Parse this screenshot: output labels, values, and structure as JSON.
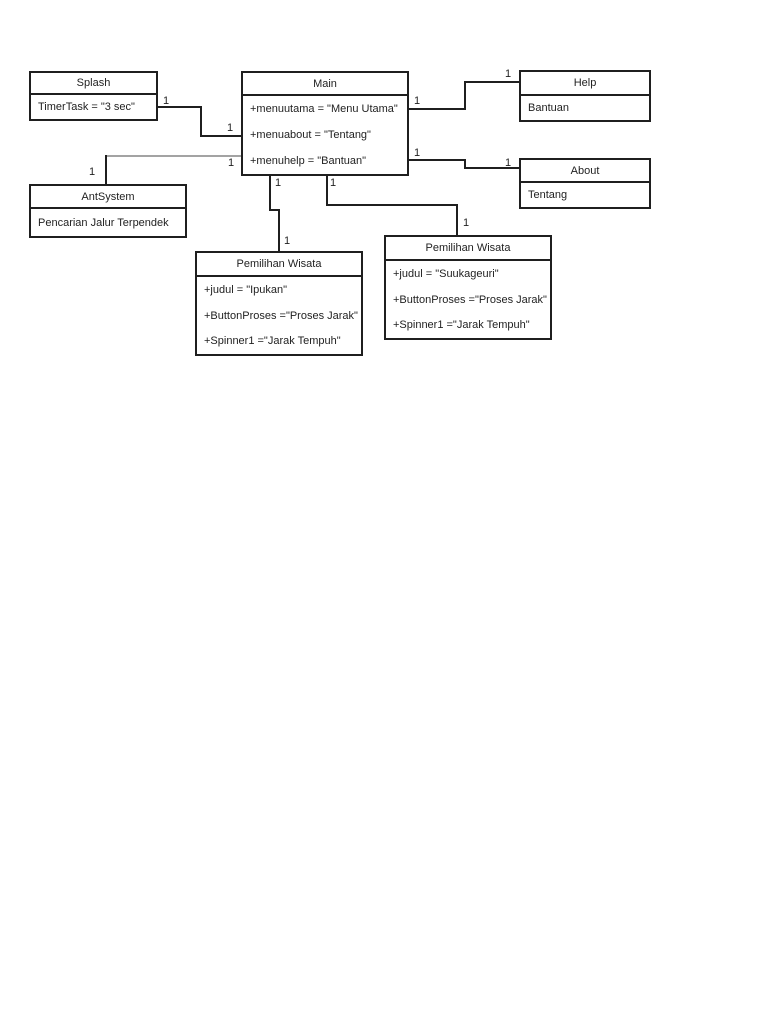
{
  "page": {
    "background_color": "#ffffff",
    "line_color": "#1f1f1f",
    "muted_line_color": "#a3a3a3"
  },
  "diagram": {
    "type": "uml-class-diagram",
    "classes": [
      {
        "id": "splash",
        "title": "Splash",
        "attributes": [
          "TimerTask = \"3 sec\""
        ]
      },
      {
        "id": "main",
        "title": "Main",
        "attributes": [
          "+menuutama = \"Menu Utama\"",
          "+menuabout = \"Tentang\"",
          "+menuhelp = \"Bantuan\""
        ]
      },
      {
        "id": "help",
        "title": "Help",
        "attributes": [
          "Bantuan"
        ]
      },
      {
        "id": "about",
        "title": "About",
        "attributes": [
          "Tentang"
        ]
      },
      {
        "id": "antsystem",
        "title": "AntSystem",
        "attributes": [
          "Pencarian Jalur Terpendek"
        ]
      },
      {
        "id": "pemilihan-wisata-1",
        "title": "Pemilihan Wisata",
        "attributes": [
          "+judul = \"Ipukan\"",
          "+ButtonProses =\"Proses Jarak\"",
          "+Spinner1 =\"Jarak Tempuh\""
        ]
      },
      {
        "id": "pemilihan-wisata-2",
        "title": "Pemilihan Wisata",
        "attributes": [
          "+judul = \"Suukageuri\"",
          "+ButtonProses =\"Proses Jarak\"",
          "+Spinner1 =\"Jarak Tempuh\""
        ]
      }
    ],
    "connectors": [
      {
        "from": "Splash",
        "to": "Main",
        "source_multiplicity": "1",
        "target_multiplicity": "1"
      },
      {
        "from": "Main",
        "to": "Help",
        "source_multiplicity": "1",
        "target_multiplicity": "1"
      },
      {
        "from": "Main",
        "to": "About",
        "source_multiplicity": "1",
        "target_multiplicity": "1"
      },
      {
        "from": "AntSystem",
        "to": "Main",
        "source_multiplicity": "1",
        "target_multiplicity": "1"
      },
      {
        "from": "Main",
        "to": "Pemilihan Wisata",
        "source_multiplicity": "1",
        "target_multiplicity": "1"
      },
      {
        "from": "Main",
        "to": "Pemilihan Wisata",
        "source_multiplicity": "1",
        "target_multiplicity": "1"
      }
    ]
  }
}
